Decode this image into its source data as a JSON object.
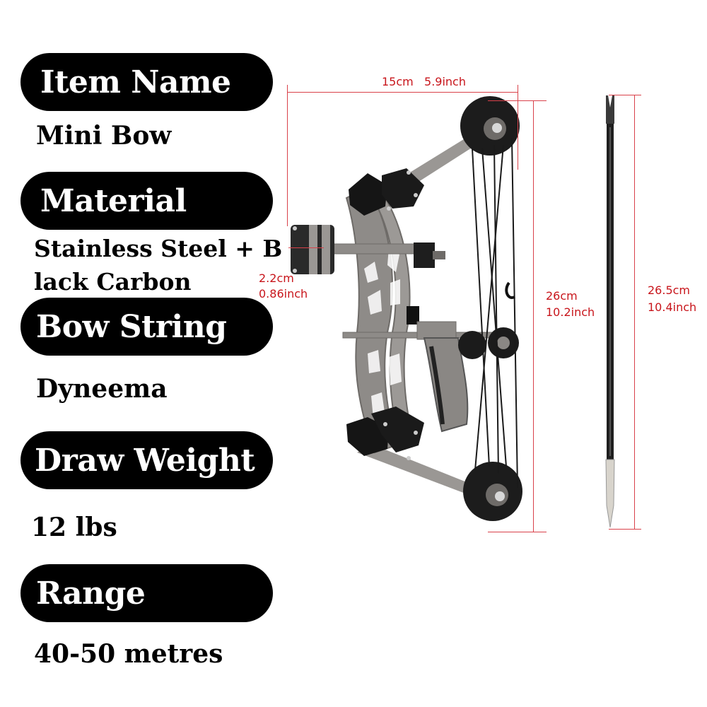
{
  "specs": [
    {
      "label": "Item Name",
      "value_lines": [
        "Mini Bow"
      ]
    },
    {
      "label": "Material",
      "value_lines": [
        "Stainless Steel + B",
        "lack Carbon"
      ]
    },
    {
      "label": "Bow String",
      "value_lines": [
        "Dyneema"
      ]
    },
    {
      "label": "Draw Weight",
      "value_lines": [
        "12 lbs"
      ]
    },
    {
      "label": "Range",
      "value_lines": [
        "40-50 metres"
      ]
    }
  ],
  "dimensions": {
    "bow_width": {
      "cm": "15cm",
      "inch": "5.9inch"
    },
    "sight_depth": {
      "cm": "2.2cm",
      "inch": "0.86inch"
    },
    "bow_height": {
      "cm": "26cm",
      "inch": "10.2inch"
    },
    "arrow_length": {
      "cm": "26.5cm",
      "inch": "10.4inch"
    }
  },
  "colors": {
    "pill_background": "#000000",
    "pill_text": "#ffffff",
    "dimension_text": "#c8151b",
    "dimension_line": "#d9414a",
    "bow_metal": "#8a8784",
    "bow_black_parts": "#1a1a1a"
  }
}
